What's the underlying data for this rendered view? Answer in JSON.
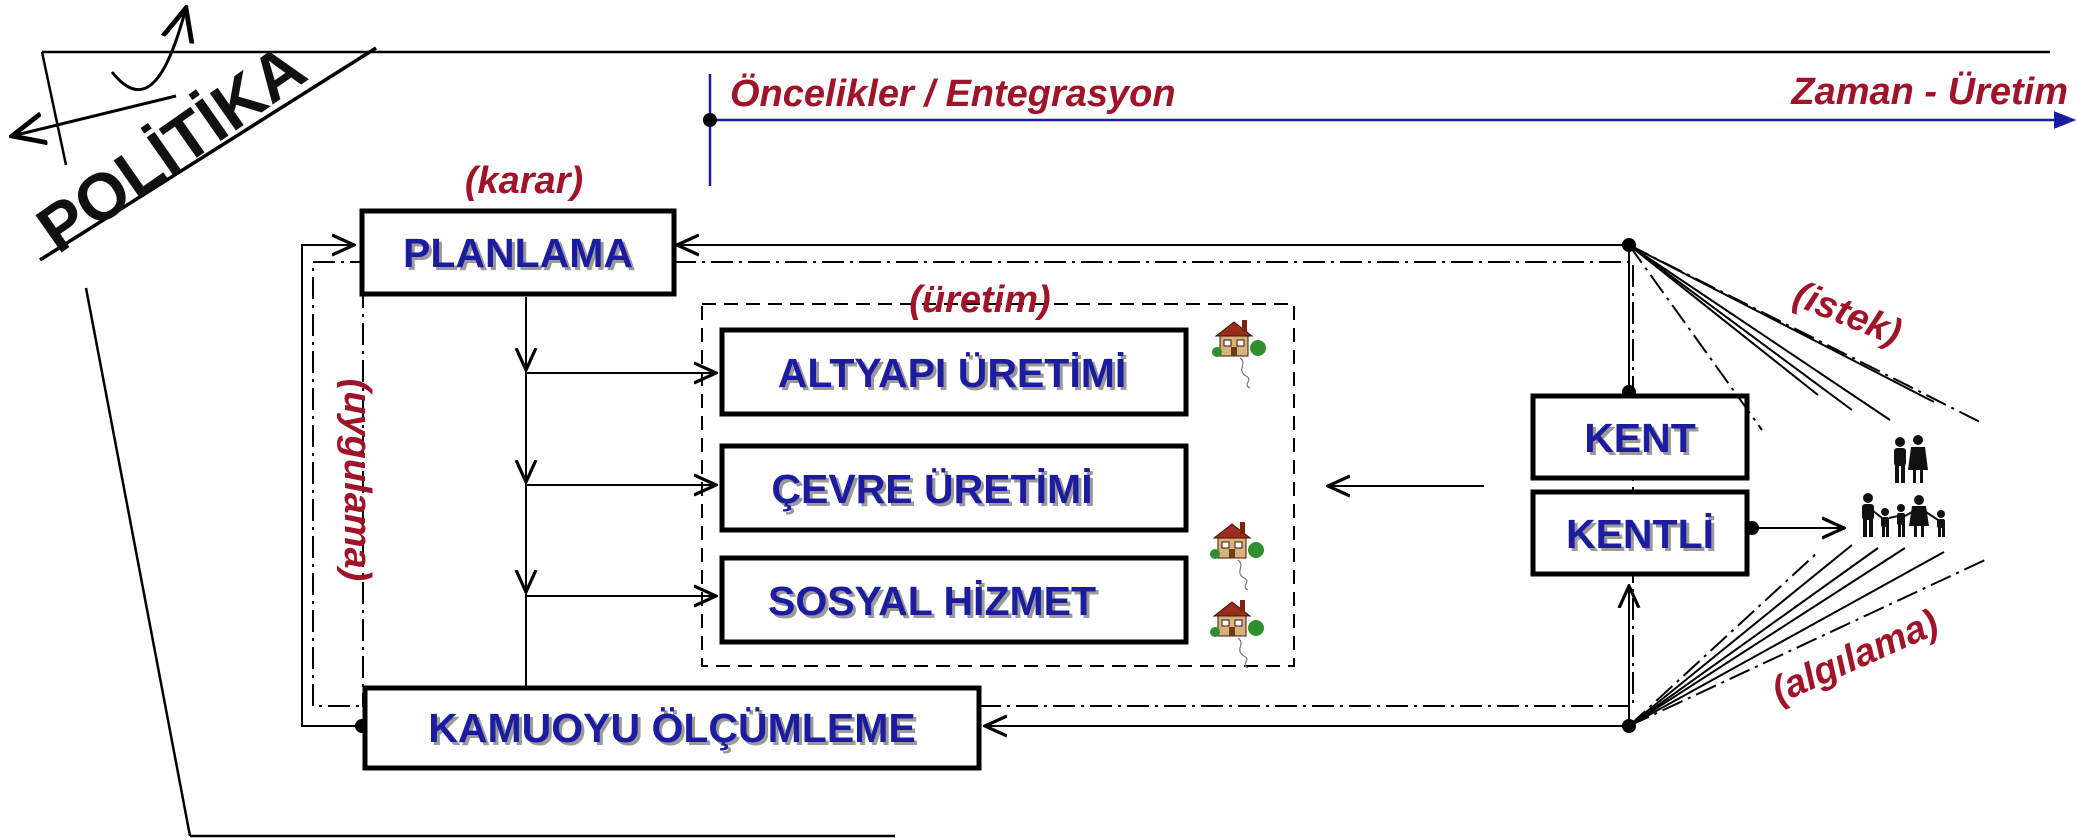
{
  "politika": {
    "title": "POLİTİKA"
  },
  "top_axis": {
    "left_label": "Öncelikler / Entegrasyon",
    "right_label": "Zaman - Üretim"
  },
  "annotations": {
    "karar": "(karar)",
    "uygulama": "(uygulama)",
    "uretim": "(üretim)",
    "istek": "(istek)",
    "algilama": "(algılama)"
  },
  "boxes": {
    "planlama": "PLANLAMA",
    "altyapi": "ALTYAPI ÜRETİMİ",
    "cevre": "ÇEVRE ÜRETİMİ",
    "sosyal": "SOSYAL HİZMET",
    "kamuoyu": "KAMUOYU ÖLÇÜMLEME",
    "kent": "KENT",
    "kentli": "KENTLİ"
  },
  "colors": {
    "box_text": "#1c1ca0",
    "annotation_text": "#a0142a",
    "axis_line": "#1c1ca0",
    "house_roof": "#9b2d1c",
    "house_wall": "#d8b27a",
    "tree": "#2f8f2f"
  },
  "icons": [
    "house-icon",
    "people-icon",
    "family-icon"
  ]
}
